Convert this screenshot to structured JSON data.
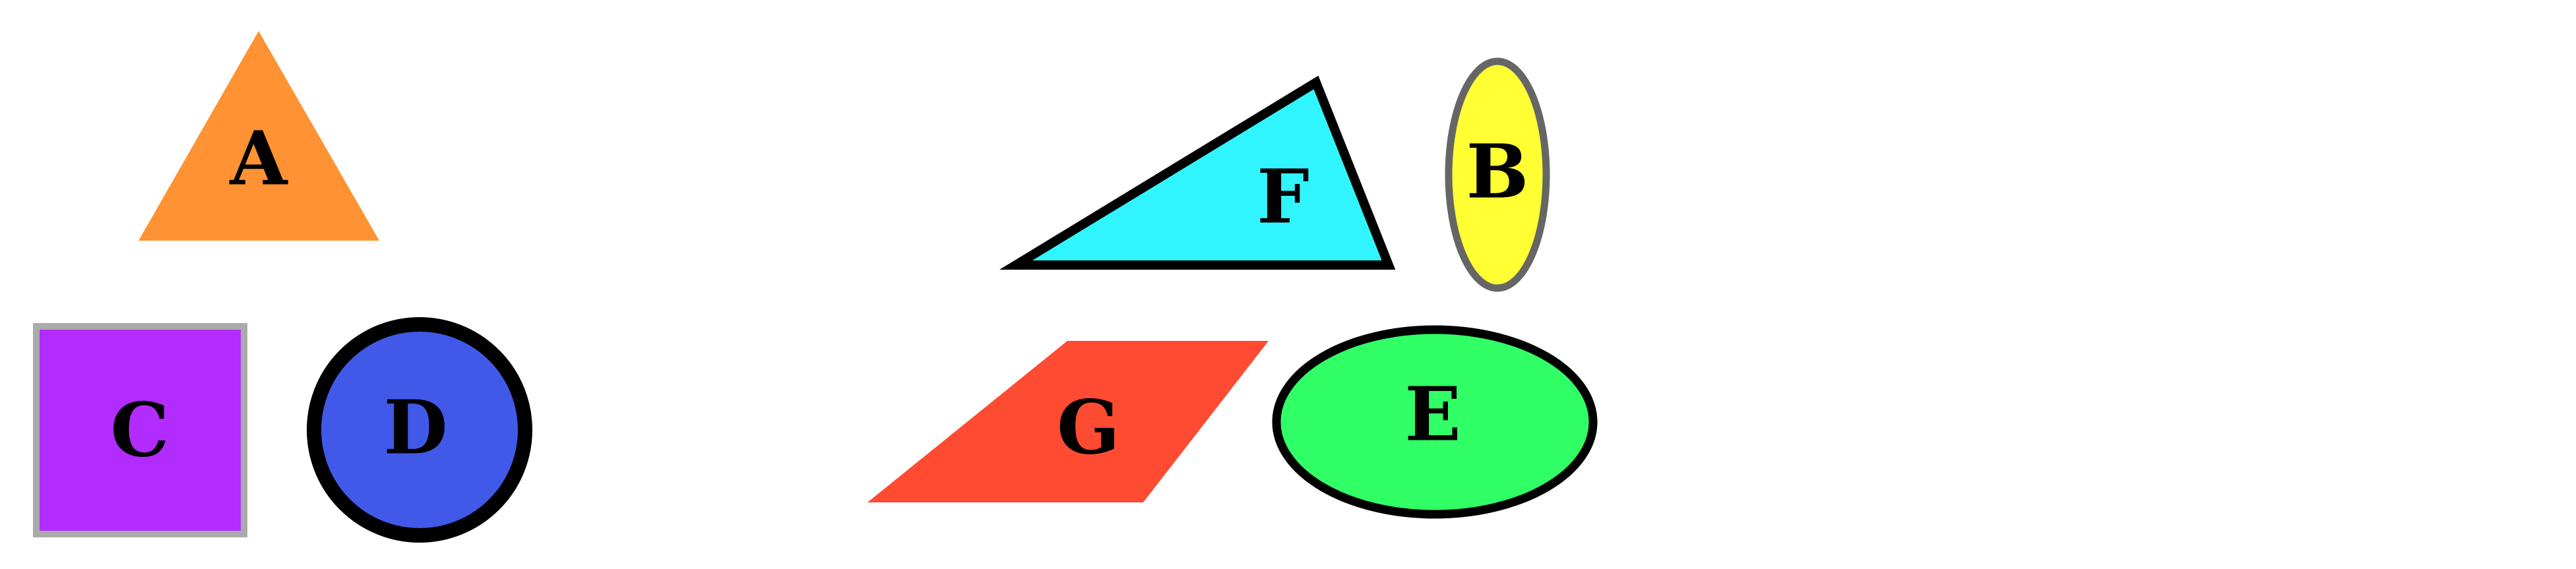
{
  "shapes": {
    "triangle_a": {
      "label": "A",
      "fill": "#ff9232",
      "stroke": "none"
    },
    "triangle_f": {
      "label": "F",
      "fill": "#30f5ff",
      "stroke": "#000000"
    },
    "ellipse_b": {
      "label": "B",
      "fill": "#ffff33",
      "stroke": "#666666"
    },
    "square_c": {
      "label": "C",
      "fill": "#b22cff",
      "stroke": "#aaaaaa"
    },
    "circle_d": {
      "label": "D",
      "fill": "#4159e8",
      "stroke": "#000000"
    },
    "parallelogram_g": {
      "label": "G",
      "fill": "#ff4b31",
      "stroke": "none"
    },
    "ellipse_e": {
      "label": "E",
      "fill": "#30ff66",
      "stroke": "#000000"
    }
  }
}
